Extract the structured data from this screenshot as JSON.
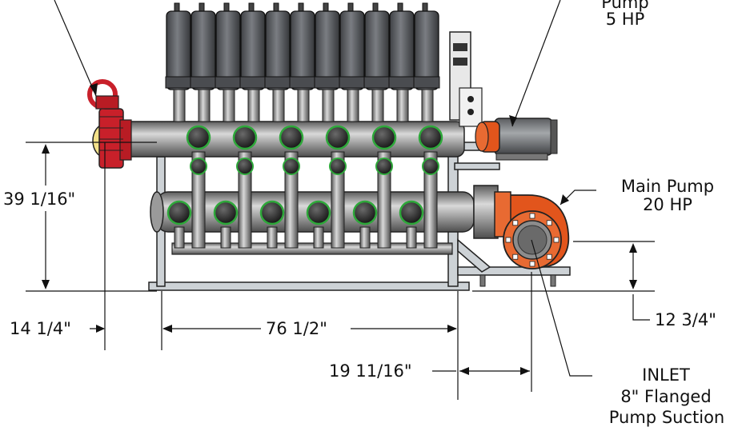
{
  "callouts": {
    "booster_pump": {
      "line1": "Pump",
      "line2": "5 HP"
    },
    "main_pump": {
      "line1": "Main Pump",
      "line2": "20 HP"
    },
    "inlet": {
      "line1": "INLET",
      "line2": "8\" Flanged",
      "line3": "Pump Suction"
    }
  },
  "dimensions": {
    "height": "39 1/16\"",
    "offset_left": "14 1/4\"",
    "frame_length": "76 1/2\"",
    "pump_offset": "19 11/16\"",
    "inlet_height": "12 3/4\""
  },
  "colors": {
    "steel": "#8c8c8c",
    "housing": "#5d5f63",
    "pump_orange": "#e2551c",
    "valve_red": "#c8202a",
    "valve_ring": "#2ea83a",
    "frame": "#cdd2d6"
  }
}
